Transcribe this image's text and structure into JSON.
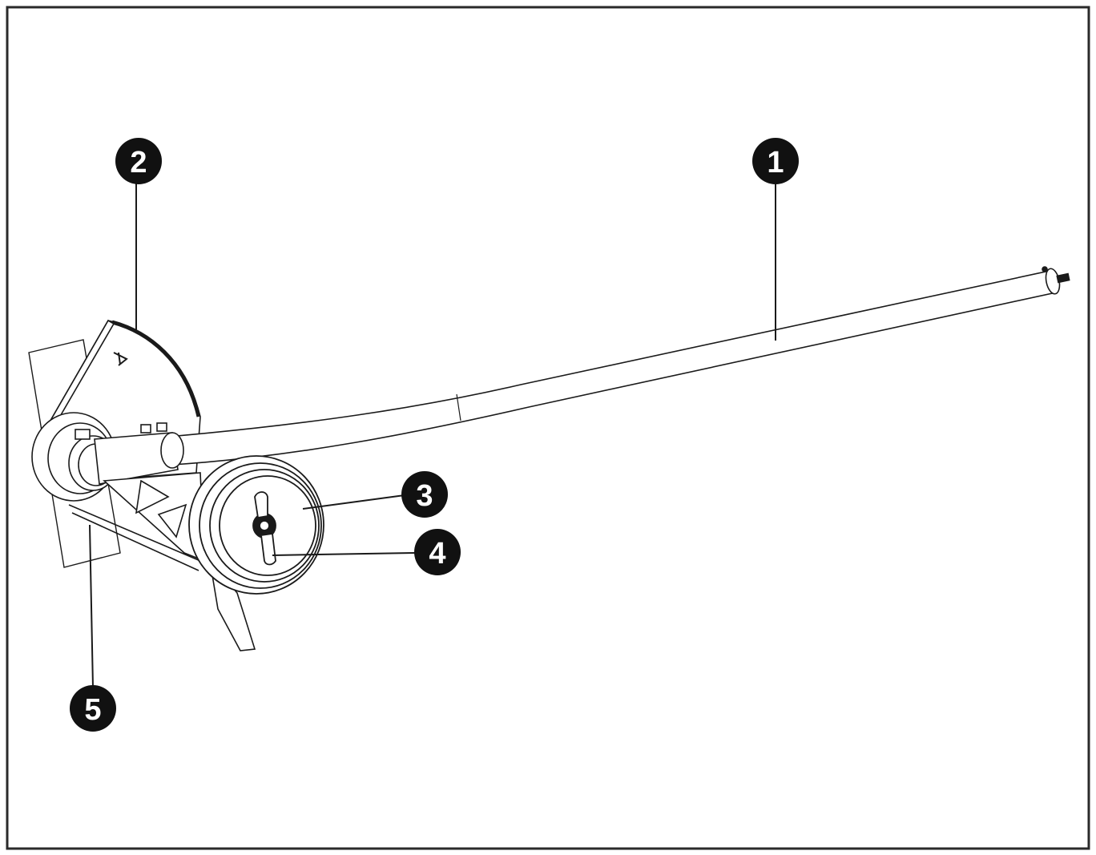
{
  "colors": {
    "ink": "#1a1a1a",
    "callout_fill": "#111111",
    "callout_text": "#ffffff",
    "paper": "#ffffff",
    "frame": "#2a2a2a"
  },
  "callouts": [
    {
      "id": "1",
      "label": "1"
    },
    {
      "id": "2",
      "label": "2"
    },
    {
      "id": "3",
      "label": "3"
    },
    {
      "id": "4",
      "label": "4"
    },
    {
      "id": "5",
      "label": "5"
    }
  ]
}
